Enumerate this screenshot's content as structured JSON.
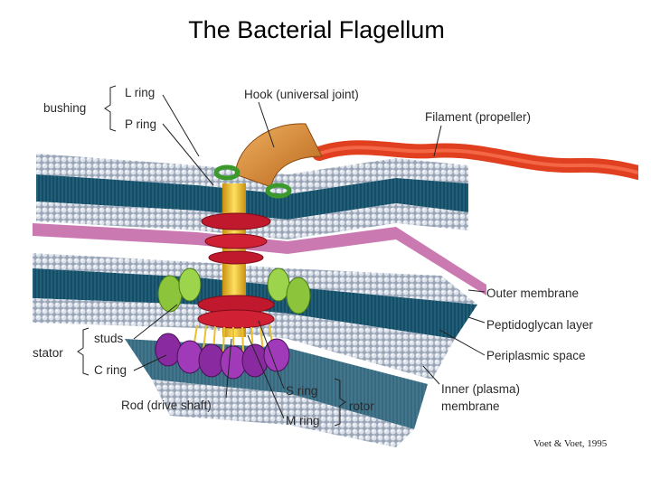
{
  "title": "The Bacterial Flagellum",
  "labels": {
    "bushing": "bushing",
    "l_ring": "L ring",
    "p_ring": "P ring",
    "hook": "Hook (universal joint)",
    "filament": "Filament (propeller)",
    "outer_membrane": "Outer membrane",
    "peptidoglycan": "Peptidoglycan layer",
    "periplasmic": "Periplasmic space",
    "stator": "stator",
    "studs": "studs",
    "c_ring": "C ring",
    "rod": "Rod (drive shaft)",
    "s_ring": "S ring",
    "m_ring": "M ring",
    "rotor": "rotor",
    "inner_membrane_1": "Inner (plasma)",
    "inner_membrane_2": "membrane"
  },
  "citation": "Voet & Voet, 1995",
  "colors": {
    "membrane_teal": "#1f5f7a",
    "lipid_head": "#c9cfd8",
    "peptidoglycan": "#c46aa8",
    "hook": "#d9892c",
    "filament": "#e0401f",
    "ring_red": "#c0182c",
    "rod_yellow": "#f0c020",
    "stud_green": "#8cc43c",
    "c_ring_purple": "#8a2aa0"
  }
}
